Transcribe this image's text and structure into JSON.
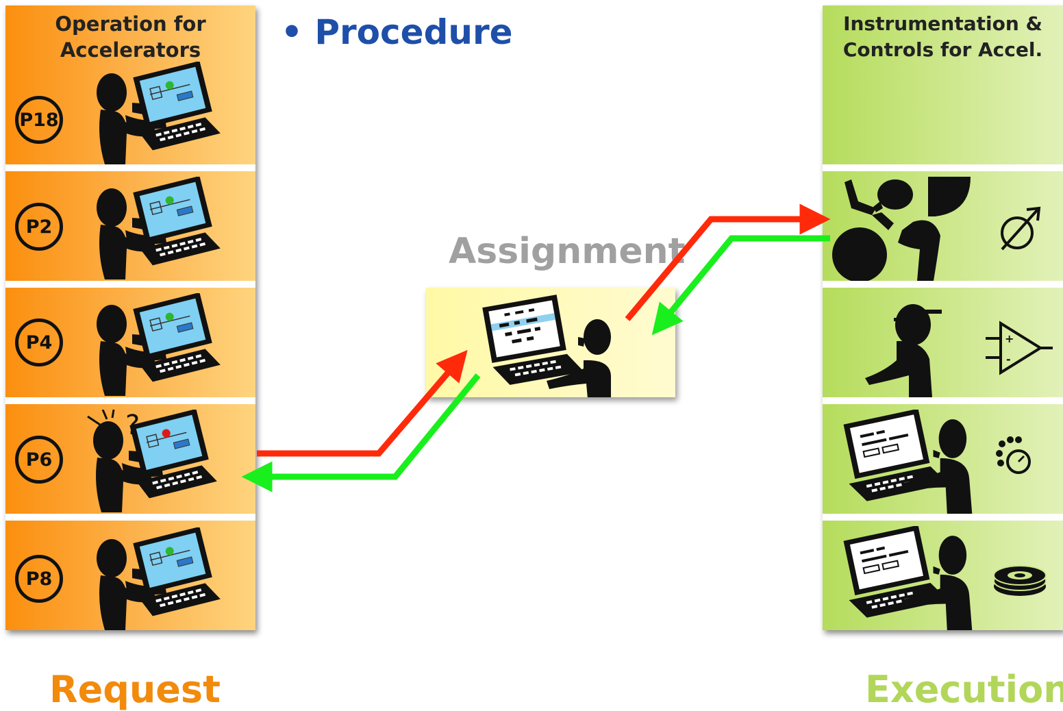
{
  "heading": "• Procedure",
  "left_column": {
    "title": "Operation for Accelerators",
    "color": "#fb8f0f",
    "operators": [
      {
        "label": "P18",
        "alert": false
      },
      {
        "label": "P2",
        "alert": false
      },
      {
        "label": "P4",
        "alert": false
      },
      {
        "label": "P6",
        "alert": true
      },
      {
        "label": "P8",
        "alert": false
      }
    ]
  },
  "center": {
    "title": "Assignment",
    "color": "#fff9a6"
  },
  "right_column": {
    "title": "Instrumentation & Controls for Accel.",
    "color": "#b5dc5c",
    "experts": [
      {
        "activity": "mechanic",
        "icon": "diameter-icon"
      },
      {
        "activity": "electronics",
        "icon": "amplifier-icon"
      },
      {
        "activity": "software",
        "icon": "timing-icon"
      },
      {
        "activity": "software",
        "icon": "storage-disk-icon"
      }
    ]
  },
  "labels": {
    "request": "Request",
    "execution": "Execution"
  },
  "arrow_colors": {
    "request_flow": "#ff2a0a",
    "response_flow": "#19ef1c"
  }
}
